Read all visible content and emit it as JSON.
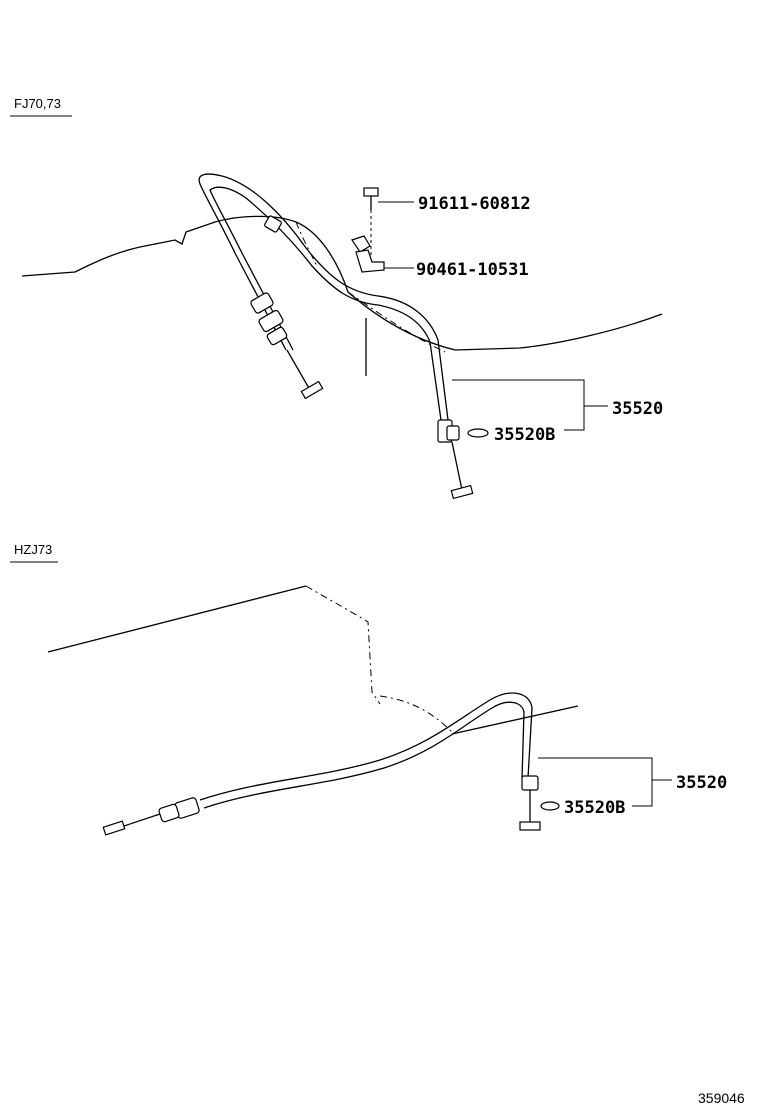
{
  "figure_number": "359046",
  "variants": [
    {
      "label": "FJ70,73",
      "callouts": {
        "bolt": "91611-60812",
        "clamp": "90461-10531",
        "cable_assy": "35520",
        "cable_clip": "35520B"
      }
    },
    {
      "label": "HZJ73",
      "callouts": {
        "cable_assy": "35520",
        "cable_clip": "35520B"
      }
    }
  ]
}
